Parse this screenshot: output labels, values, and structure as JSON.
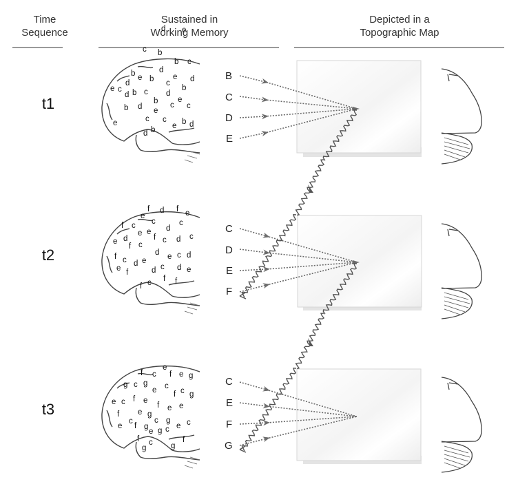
{
  "headers": {
    "time": [
      "Time",
      "Sequence"
    ],
    "memory": [
      "Sustained in",
      "Working Memory"
    ],
    "map": [
      "Depicted in a",
      "Topographic Map"
    ]
  },
  "rows": [
    {
      "time_label": "t1",
      "items": [
        "B",
        "C",
        "D",
        "E"
      ],
      "memory_letters": [
        [
          "d",
          89,
          45
        ],
        [
          "e",
          119,
          47
        ],
        [
          "c",
          62,
          75
        ],
        [
          "b",
          84,
          80
        ],
        [
          "b",
          108,
          93
        ],
        [
          "c",
          127,
          93
        ],
        [
          "b",
          45,
          110
        ],
        [
          "e",
          55,
          116
        ],
        [
          "b",
          72,
          118
        ],
        [
          "d",
          86,
          105
        ],
        [
          "c",
          96,
          124
        ],
        [
          "e",
          106,
          115
        ],
        [
          "d",
          131,
          118
        ],
        [
          "d",
          37,
          124
        ],
        [
          "e",
          15,
          132
        ],
        [
          "c",
          26,
          133
        ],
        [
          "d",
          36,
          141
        ],
        [
          "b",
          47,
          138
        ],
        [
          "c",
          64,
          137
        ],
        [
          "d",
          96,
          139
        ],
        [
          "b",
          119,
          131
        ],
        [
          "b",
          78,
          150
        ],
        [
          "c",
          102,
          156
        ],
        [
          "e",
          113,
          148
        ],
        [
          "c",
          126,
          157
        ],
        [
          "b",
          35,
          160
        ],
        [
          "d",
          55,
          158
        ],
        [
          "e",
          78,
          164
        ],
        [
          "c",
          66,
          176
        ],
        [
          "c",
          91,
          177
        ],
        [
          "e",
          105,
          186
        ],
        [
          "b",
          119,
          180
        ],
        [
          "d",
          130,
          184
        ],
        [
          "e",
          19,
          182
        ],
        [
          "d",
          63,
          197
        ],
        [
          "b",
          74,
          192
        ]
      ]
    },
    {
      "time_label": "t2",
      "items": [
        "C",
        "D",
        "E",
        "F"
      ],
      "memory_letters": [
        [
          "f",
          69,
          307
        ],
        [
          "d",
          87,
          309
        ],
        [
          "f",
          111,
          307
        ],
        [
          "e",
          124,
          313
        ],
        [
          "e",
          59,
          317
        ],
        [
          "c",
          75,
          325
        ],
        [
          "c",
          115,
          327
        ],
        [
          "f",
          31,
          331
        ],
        [
          "c",
          46,
          331
        ],
        [
          "d",
          96,
          335
        ],
        [
          "e",
          55,
          342
        ],
        [
          "e",
          68,
          340
        ],
        [
          "f",
          78,
          348
        ],
        [
          "c",
          91,
          352
        ],
        [
          "d",
          111,
          351
        ],
        [
          "c",
          130,
          347
        ],
        [
          "e",
          19,
          354
        ],
        [
          "d",
          34,
          350
        ],
        [
          "f",
          42,
          361
        ],
        [
          "c",
          56,
          359
        ],
        [
          "d",
          80,
          370
        ],
        [
          "e",
          98,
          376
        ],
        [
          "c",
          112,
          374
        ],
        [
          "d",
          126,
          374
        ],
        [
          "f",
          21,
          376
        ],
        [
          "c",
          33,
          381
        ],
        [
          "d",
          49,
          386
        ],
        [
          "e",
          61,
          382
        ],
        [
          "d",
          75,
          396
        ],
        [
          "c",
          88,
          391
        ],
        [
          "d",
          112,
          392
        ],
        [
          "e",
          126,
          395
        ],
        [
          "e",
          24,
          393
        ],
        [
          "f",
          38,
          399
        ],
        [
          "f",
          92,
          408
        ],
        [
          "c",
          69,
          414
        ],
        [
          "f",
          58,
          419
        ],
        [
          "f",
          109,
          412
        ]
      ]
    },
    {
      "time_label": "t3",
      "items": [
        "C",
        "E",
        "F",
        "G"
      ],
      "memory_letters": [
        [
          "f",
          59,
          545
        ],
        [
          "c",
          76,
          547
        ],
        [
          "e",
          91,
          537
        ],
        [
          "f",
          101,
          547
        ],
        [
          "e",
          115,
          547
        ],
        [
          "g",
          129,
          549
        ],
        [
          "g",
          34,
          562
        ],
        [
          "c",
          49,
          562
        ],
        [
          "g",
          63,
          560
        ],
        [
          "e",
          76,
          570
        ],
        [
          "c",
          94,
          564
        ],
        [
          "f",
          107,
          576
        ],
        [
          "c",
          117,
          571
        ],
        [
          "g",
          130,
          576
        ],
        [
          "e",
          17,
          587
        ],
        [
          "c",
          31,
          587
        ],
        [
          "f",
          48,
          583
        ],
        [
          "e",
          63,
          585
        ],
        [
          "f",
          83,
          592
        ],
        [
          "e",
          98,
          596
        ],
        [
          "e",
          115,
          593
        ],
        [
          "g",
          69,
          605
        ],
        [
          "e",
          55,
          602
        ],
        [
          "c",
          79,
          614
        ],
        [
          "g",
          96,
          614
        ],
        [
          "c",
          126,
          617
        ],
        [
          "f",
          25,
          605
        ],
        [
          "c",
          42,
          615
        ],
        [
          "e",
          26,
          622
        ],
        [
          "f",
          50,
          622
        ],
        [
          "g",
          64,
          623
        ],
        [
          "e",
          71,
          630
        ],
        [
          "g",
          84,
          629
        ],
        [
          "c",
          95,
          627
        ],
        [
          "e",
          111,
          622
        ],
        [
          "f",
          54,
          641
        ],
        [
          "c",
          71,
          646
        ],
        [
          "g",
          61,
          654
        ],
        [
          "g",
          103,
          651
        ],
        [
          "f",
          120,
          642
        ]
      ]
    }
  ],
  "colors": {
    "arrow": "#6b6b6b",
    "paper": "#f2f2f2",
    "header_rule": "#9a9a9a"
  }
}
